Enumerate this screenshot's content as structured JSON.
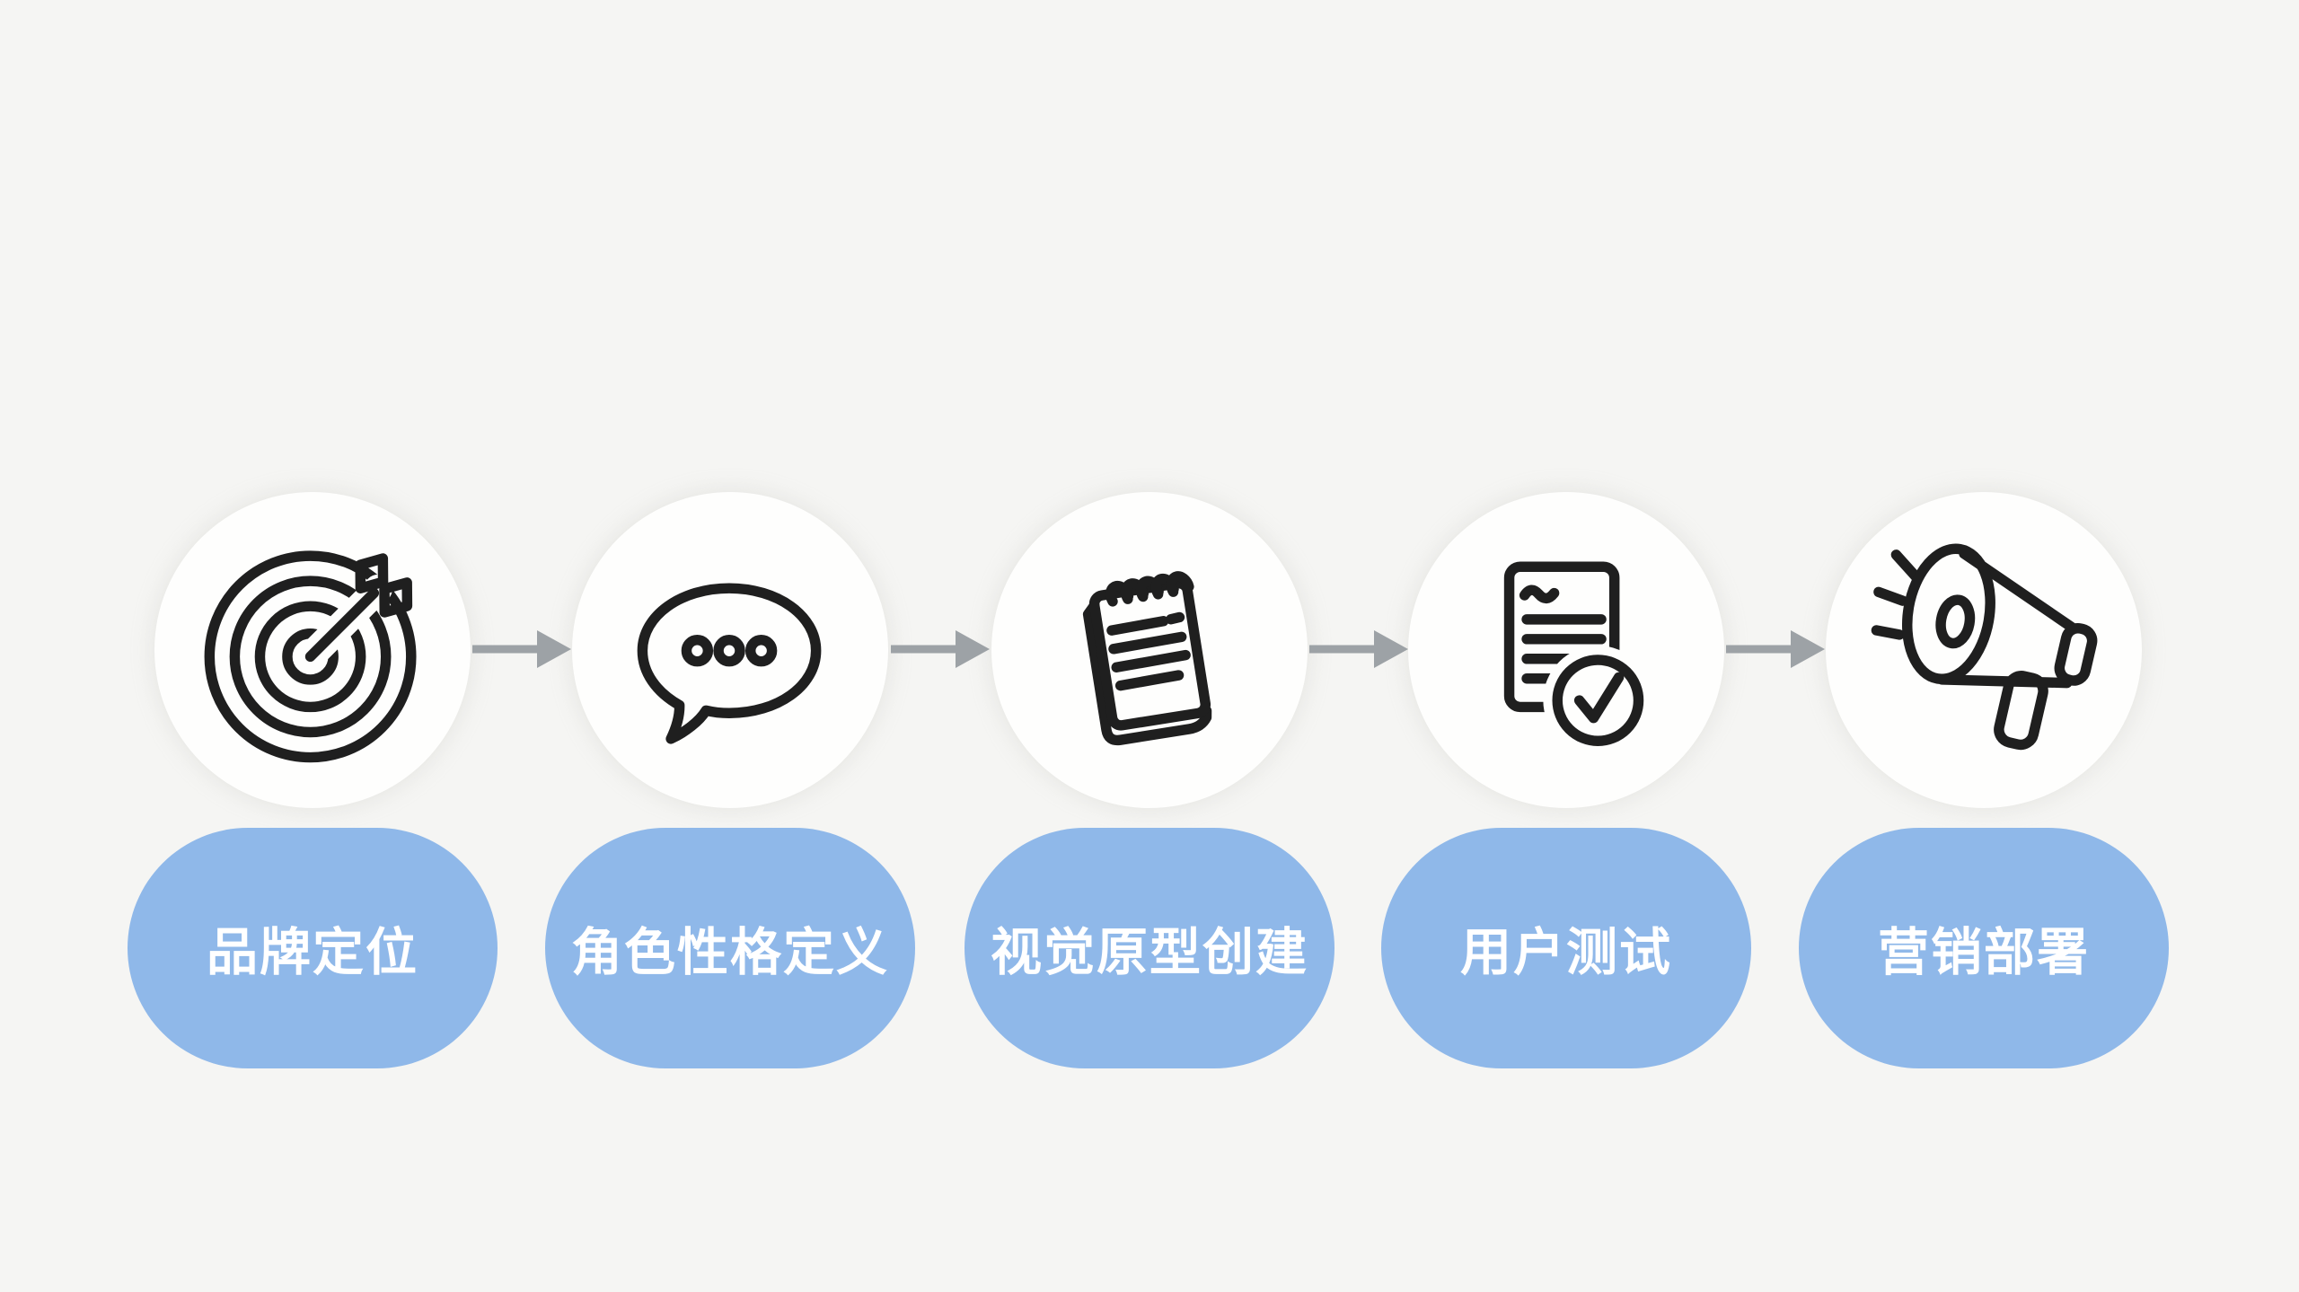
{
  "diagram": {
    "type": "process-flow",
    "direction": "left-to-right",
    "steps": [
      {
        "label": "品牌定位",
        "icon": "target-icon"
      },
      {
        "label": "角色性格定义",
        "icon": "speech-bubble-icon"
      },
      {
        "label": "视觉原型创建",
        "icon": "notepad-icon"
      },
      {
        "label": "用户测试",
        "icon": "document-check-icon"
      },
      {
        "label": "营销部署",
        "icon": "megaphone-icon"
      }
    ],
    "connector": "right-arrow",
    "colors": {
      "background": "#f5f5f3",
      "circle_fill": "#fefefd",
      "pill_fill": "#8fb8e9",
      "pill_text": "#ffffff",
      "arrow": "#9da2a6",
      "icon_stroke": "#1f1f1f"
    }
  }
}
